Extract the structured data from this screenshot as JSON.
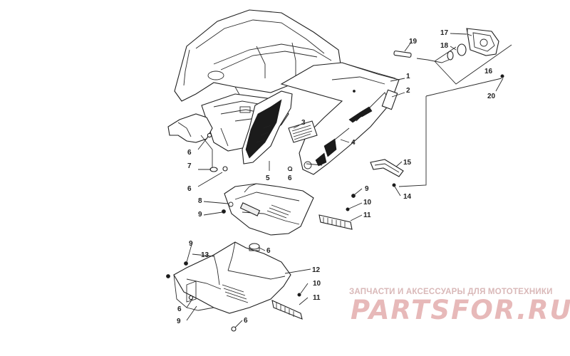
{
  "diagram": {
    "callouts": [
      "1",
      "2",
      "3",
      "4",
      "5",
      "6",
      "7",
      "8",
      "9",
      "10",
      "11",
      "12",
      "13",
      "14",
      "15",
      "16",
      "17",
      "18",
      "19",
      "20"
    ],
    "callout_labels": {
      "c1": "1",
      "c2": "2",
      "c3": "3",
      "c4": "4",
      "c5": "5",
      "c6a": "6",
      "c6b": "6",
      "c6c": "6",
      "c6d": "6",
      "c6e": "6",
      "c6f": "6",
      "c7": "7",
      "c8": "8",
      "c9a": "9",
      "c9b": "9",
      "c9c": "9",
      "c9d": "9",
      "c10a": "10",
      "c10b": "10",
      "c11a": "11",
      "c11b": "11",
      "c12": "12",
      "c13": "13",
      "c14": "14",
      "c15": "15",
      "c16": "16",
      "c17": "17",
      "c18": "18",
      "c19": "19",
      "c20": "20"
    }
  },
  "watermark": {
    "tagline": "ЗАПЧАСТИ И АКСЕССУАРЫ ДЛЯ МОТОТЕХНИКИ",
    "logo": "PARTSFOR.RU"
  },
  "colors": {
    "line": "#2a2a2a",
    "watermark": "#e7b9b9"
  }
}
